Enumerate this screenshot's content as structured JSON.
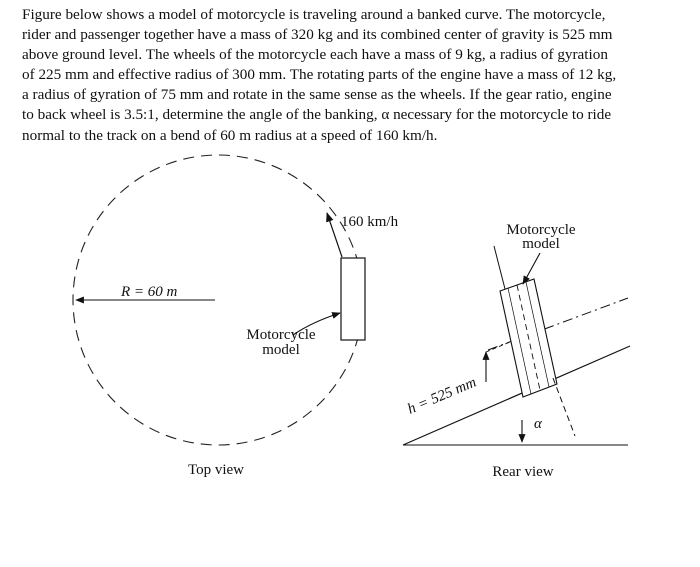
{
  "problem": {
    "lines": [
      "Figure below shows a model of motorcycle is traveling around a banked curve. The motorcycle,",
      "rider and passenger together have a mass of 320 kg and its combined center of gravity is 525 mm",
      "above ground level. The wheels of the motorcycle each have a mass of 9 kg, a radius of gyration",
      "of 225 mm and effective radius of 300 mm. The rotating parts of the engine have a mass of 12 kg,",
      "a radius of gyration of 75 mm and rotate in the same sense as the wheels. If the gear ratio, engine",
      "to back wheel is 3.5:1, determine the angle of the banking, α necessary for the motorcycle to ride",
      "normal to the track on a bend of 60 m radius at a speed of 160 km/h."
    ]
  },
  "top_view": {
    "radius_label": "R = 60 m",
    "speed_label": "160 km/h",
    "model_label_line1": "Motorcycle",
    "model_label_line2": "model",
    "caption": "Top view"
  },
  "rear_view": {
    "model_label_line1": "Motorcycle",
    "model_label_line2": "model",
    "height_label": "h = 525 mm",
    "angle_label": "α",
    "caption": "Rear view"
  }
}
